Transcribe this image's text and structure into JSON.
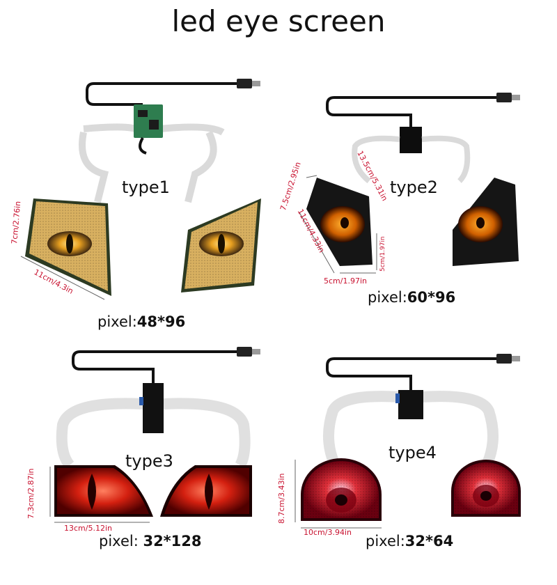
{
  "title": "led eye screen",
  "products": [
    {
      "label": "type1",
      "pixel_prefix": "pixel:",
      "pixel_value": "48*96",
      "dims": [
        "7cm/2.76in",
        "11cm/4.3in"
      ]
    },
    {
      "label": "type2",
      "pixel_prefix": "pixel:",
      "pixel_value": "60*96",
      "dims": [
        "7.5cm/2.95in",
        "13.5cm/5.31in",
        "11cm/4.33in",
        "5cm/1.97in",
        "5cm/1.97in"
      ]
    },
    {
      "label": "type3",
      "pixel_prefix": "pixel: ",
      "pixel_value": "32*128",
      "dims": [
        "7.3cm/2.87in",
        "13cm/5.12in"
      ]
    },
    {
      "label": "type4",
      "pixel_prefix": "pixel:",
      "pixel_value": "32*64",
      "dims": [
        "8.7cm/3.43in",
        "10cm/3.94in"
      ]
    }
  ],
  "colors": {
    "dimension_text": "#c8102e",
    "cable": "#111111",
    "ribbon": "#e6e6e6",
    "board_green": "#2e7d4f"
  }
}
